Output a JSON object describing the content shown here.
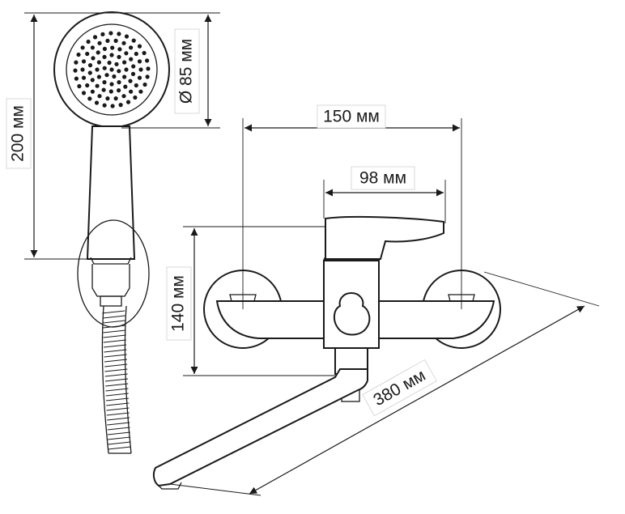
{
  "dimensions": {
    "height_200": "200 мм",
    "diameter_85": "Ø 85 мм",
    "width_150": "150 мм",
    "width_98": "98 мм",
    "height_140": "140 мм",
    "length_380": "380 мм"
  },
  "colors": {
    "line": "#1a1a1a",
    "background": "#ffffff"
  }
}
